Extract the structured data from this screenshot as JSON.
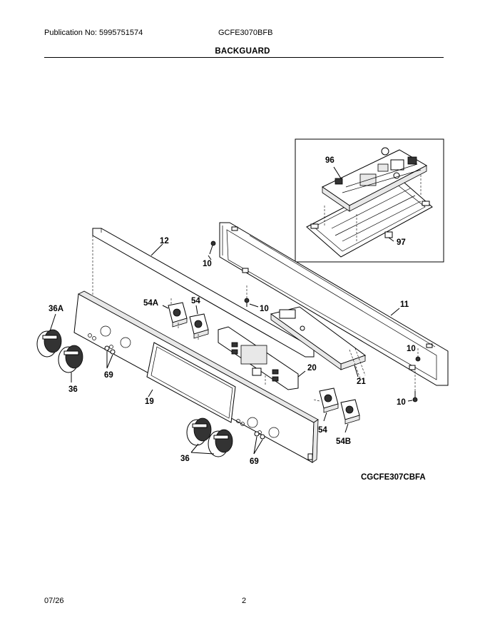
{
  "header": {
    "publication": "Publication No: 5995751574",
    "model": "GCFE3070BFB",
    "title": "BACKGUARD"
  },
  "diagram": {
    "drawing_code": "CGCFE307CBFA",
    "callouts": {
      "c96": "96",
      "c97": "97",
      "c12": "12",
      "c10a": "10",
      "c10b": "10",
      "c10c": "10",
      "c10d": "10",
      "c11": "11",
      "c54a": "54A",
      "c54top": "54",
      "c36a": "36A",
      "c36left": "36",
      "c69left": "69",
      "c20": "20",
      "c21": "21",
      "c19": "19",
      "c54bottom": "54",
      "c54b": "54B",
      "c36bottom": "36",
      "c69bottom": "69"
    }
  },
  "footer": {
    "date": "07/26",
    "page": "2"
  }
}
